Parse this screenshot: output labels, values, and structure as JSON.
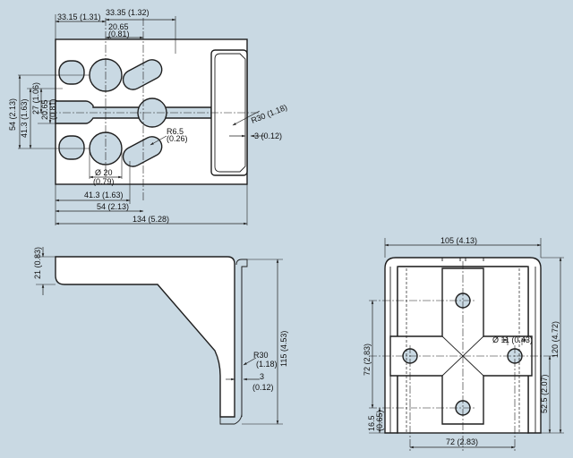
{
  "background_color": "#c9d9e3",
  "line_color": "#1f1f1f",
  "top_view": {
    "dim_33_15": "33.15 (1.31)",
    "dim_33_35": "33.35 (1.32)",
    "dim_20_65_a": "20.65",
    "dim_20_65_b": "(0.81)",
    "dim_54_v": "54 (2.13)",
    "dim_41_3_v": "41.3 (1.63)",
    "dim_27_v": "27 (1.06)",
    "dim_20_65_v": "20.65",
    "dim_20_65_v_in": "(0.81)",
    "dim_r30": "R30 (1.18)",
    "dim_3": "3 (0.12)",
    "dim_r6_5_a": "R6.5",
    "dim_r6_5_b": "(0.26)",
    "dim_d20_a": "Ø 20",
    "dim_d20_b": "(0.79)",
    "dim_41_3_h": "41.3 (1.63)",
    "dim_54_h": "54 (2.13)",
    "dim_134": "134 (5.28)"
  },
  "side_view": {
    "dim_21": "21 (0.83)",
    "dim_115": "115 (4.53)",
    "dim_r30_a": "R30",
    "dim_r30_b": "(1.18)",
    "dim_3_a": "3",
    "dim_3_b": "(0.12)"
  },
  "front_view": {
    "dim_105": "105 (4.13)",
    "dim_120": "120 (4.72)",
    "dim_72_v": "72 (2.83)",
    "dim_52_5": "52.5 (2.07)",
    "dim_16_5_a": "16.5",
    "dim_16_5_b": "(0.65)",
    "dim_d11": "Ø 11 (0.43)",
    "dim_72_h": "72 (2.83)"
  }
}
